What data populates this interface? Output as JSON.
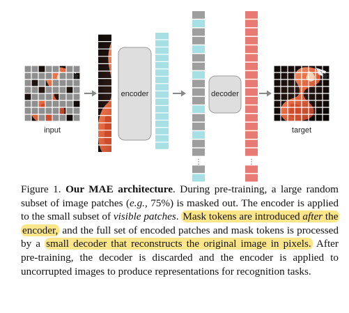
{
  "diagram": {
    "labels": {
      "input": "input",
      "encoder": "encoder",
      "decoder": "decoder",
      "target": "target",
      "ellipsis": "⋮"
    },
    "colors": {
      "encoded_token": "#a6dfe4",
      "mask_token": "#9e9e9e",
      "decoder_output": "#e77a72",
      "block_fill": "#dedede",
      "block_stroke": "#9a9a9a",
      "arrow": "#888888",
      "grid_line": "#ffffff",
      "masked_patch": "#8f8f8f"
    },
    "full_sequence_pattern": [
      "mask",
      "encoded",
      "mask",
      "mask",
      "encoded",
      "mask",
      "mask",
      "encoded",
      "mask",
      "mask",
      "mask",
      "encoded",
      "mask",
      "mask",
      "encoded",
      "mask",
      "mask",
      "ellipsis",
      "mask",
      "encoded"
    ]
  },
  "caption": {
    "figure_label": "Figure 1.",
    "title": "Our MAE architecture",
    "t1": ". During pre-training, a large random subset of image patches (",
    "eg": "e.g.",
    "t2": ", 75%) is masked out. The encoder is applied to the small subset of ",
    "visible": "visible patches",
    "t3": ". ",
    "h1a": "Mask tokens are introduced ",
    "after": "after",
    "h1b": " the encoder,",
    "t4": " and the full set of encoded patches and mask tokens is processed by a ",
    "h2": "small decoder that reconstructs the original image in pixels.",
    "t5": " After pre-training, the decoder is discarded and the encoder is applied to uncorrupted images to produce representations for recognition tasks."
  }
}
